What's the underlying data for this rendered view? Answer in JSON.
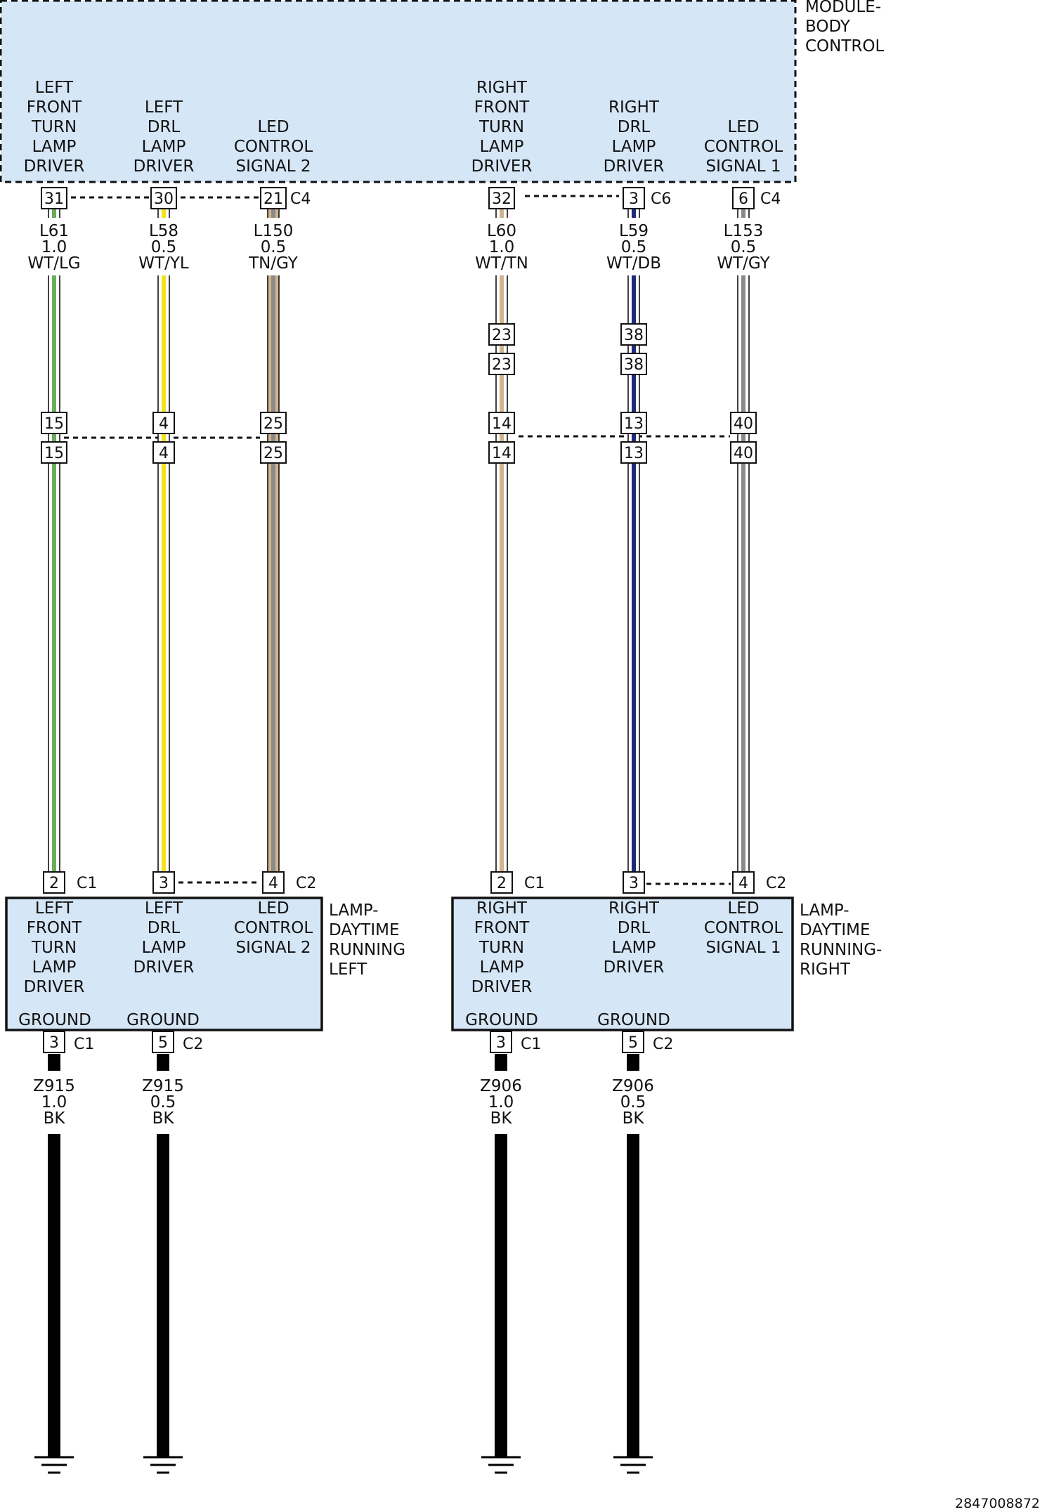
{
  "modules": {
    "bcm": {
      "label": [
        "MODULE-",
        "BODY",
        "CONTROL"
      ],
      "pin_labels": [
        [
          "LEFT",
          "FRONT",
          "TURN",
          "LAMP",
          "DRIVER"
        ],
        [
          "LEFT",
          "DRL",
          "LAMP",
          "DRIVER"
        ],
        [
          "LED",
          "CONTROL",
          "SIGNAL 2"
        ],
        [
          "RIGHT",
          "FRONT",
          "TURN",
          "LAMP",
          "DRIVER"
        ],
        [
          "RIGHT",
          "DRL",
          "LAMP",
          "DRIVER"
        ],
        [
          "LED",
          "CONTROL",
          "SIGNAL 1"
        ]
      ]
    },
    "lamp_left": {
      "label": [
        "LAMP-",
        "DAYTIME",
        "RUNNING",
        "LEFT"
      ],
      "pin_labels": [
        [
          "LEFT",
          "FRONT",
          "TURN",
          "LAMP",
          "DRIVER"
        ],
        [
          "LEFT",
          "DRL",
          "LAMP",
          "DRIVER"
        ],
        [
          "LED",
          "CONTROL",
          "SIGNAL 2"
        ]
      ],
      "ground_labels": [
        "GROUND",
        "GROUND"
      ]
    },
    "lamp_right": {
      "label": [
        "LAMP-",
        "DAYTIME",
        "RUNNING-",
        "RIGHT"
      ],
      "pin_labels": [
        [
          "RIGHT",
          "FRONT",
          "TURN",
          "LAMP",
          "DRIVER"
        ],
        [
          "RIGHT",
          "DRL",
          "LAMP",
          "DRIVER"
        ],
        [
          "LED",
          "CONTROL",
          "SIGNAL 1"
        ]
      ],
      "ground_labels": [
        "GROUND",
        "GROUND"
      ]
    }
  },
  "circuits": [
    {
      "circuit": "L61",
      "gauge": "1.0",
      "color_code": "WT/LG",
      "stripe_color": "#6aae5a",
      "bcm_pin": "31",
      "bcm_connector": "",
      "inline_pins": [
        "15",
        "15"
      ],
      "lamp_pin": "2",
      "lamp_connector": "C1"
    },
    {
      "circuit": "L58",
      "gauge": "0.5",
      "color_code": "WT/YL",
      "stripe_color": "#f2e21a",
      "bcm_pin": "30",
      "bcm_connector": "",
      "inline_pins": [
        "4",
        "4"
      ],
      "lamp_pin": "3",
      "lamp_connector": ""
    },
    {
      "circuit": "L150",
      "gauge": "0.5",
      "color_code": "TN/GY",
      "stripe_color": "#8a8a8a",
      "base_color": "#d2b48c",
      "bcm_pin": "21",
      "bcm_connector": "C4",
      "inline_pins": [
        "25",
        "25"
      ],
      "lamp_pin": "4",
      "lamp_connector": "C2"
    },
    {
      "circuit": "L60",
      "gauge": "1.0",
      "color_code": "WT/TN",
      "stripe_color": "#d2b48c",
      "bcm_pin": "32",
      "bcm_connector": "",
      "inline_pins": [
        "23",
        "23",
        "14",
        "14"
      ],
      "lamp_pin": "2",
      "lamp_connector": "C1"
    },
    {
      "circuit": "L59",
      "gauge": "0.5",
      "color_code": "WT/DB",
      "stripe_color": "#1f2a7a",
      "bcm_pin": "3",
      "bcm_connector": "C6",
      "inline_pins": [
        "38",
        "38",
        "13",
        "13"
      ],
      "lamp_pin": "3",
      "lamp_connector": ""
    },
    {
      "circuit": "L153",
      "gauge": "0.5",
      "color_code": "WT/GY",
      "stripe_color": "#8a8a8a",
      "bcm_pin": "6",
      "bcm_connector": "C4",
      "inline_pins": [
        "40",
        "40"
      ],
      "lamp_pin": "4",
      "lamp_connector": "C2"
    }
  ],
  "grounds": [
    {
      "circuit": "Z915",
      "gauge": "1.0",
      "color_code": "BK",
      "pin": "3",
      "connector": "C1"
    },
    {
      "circuit": "Z915",
      "gauge": "0.5",
      "color_code": "BK",
      "pin": "5",
      "connector": "C2"
    },
    {
      "circuit": "Z906",
      "gauge": "1.0",
      "color_code": "BK",
      "pin": "3",
      "connector": "C1"
    },
    {
      "circuit": "Z906",
      "gauge": "0.5",
      "color_code": "BK",
      "pin": "5",
      "connector": "C2"
    }
  ],
  "document_id": "2847008872"
}
